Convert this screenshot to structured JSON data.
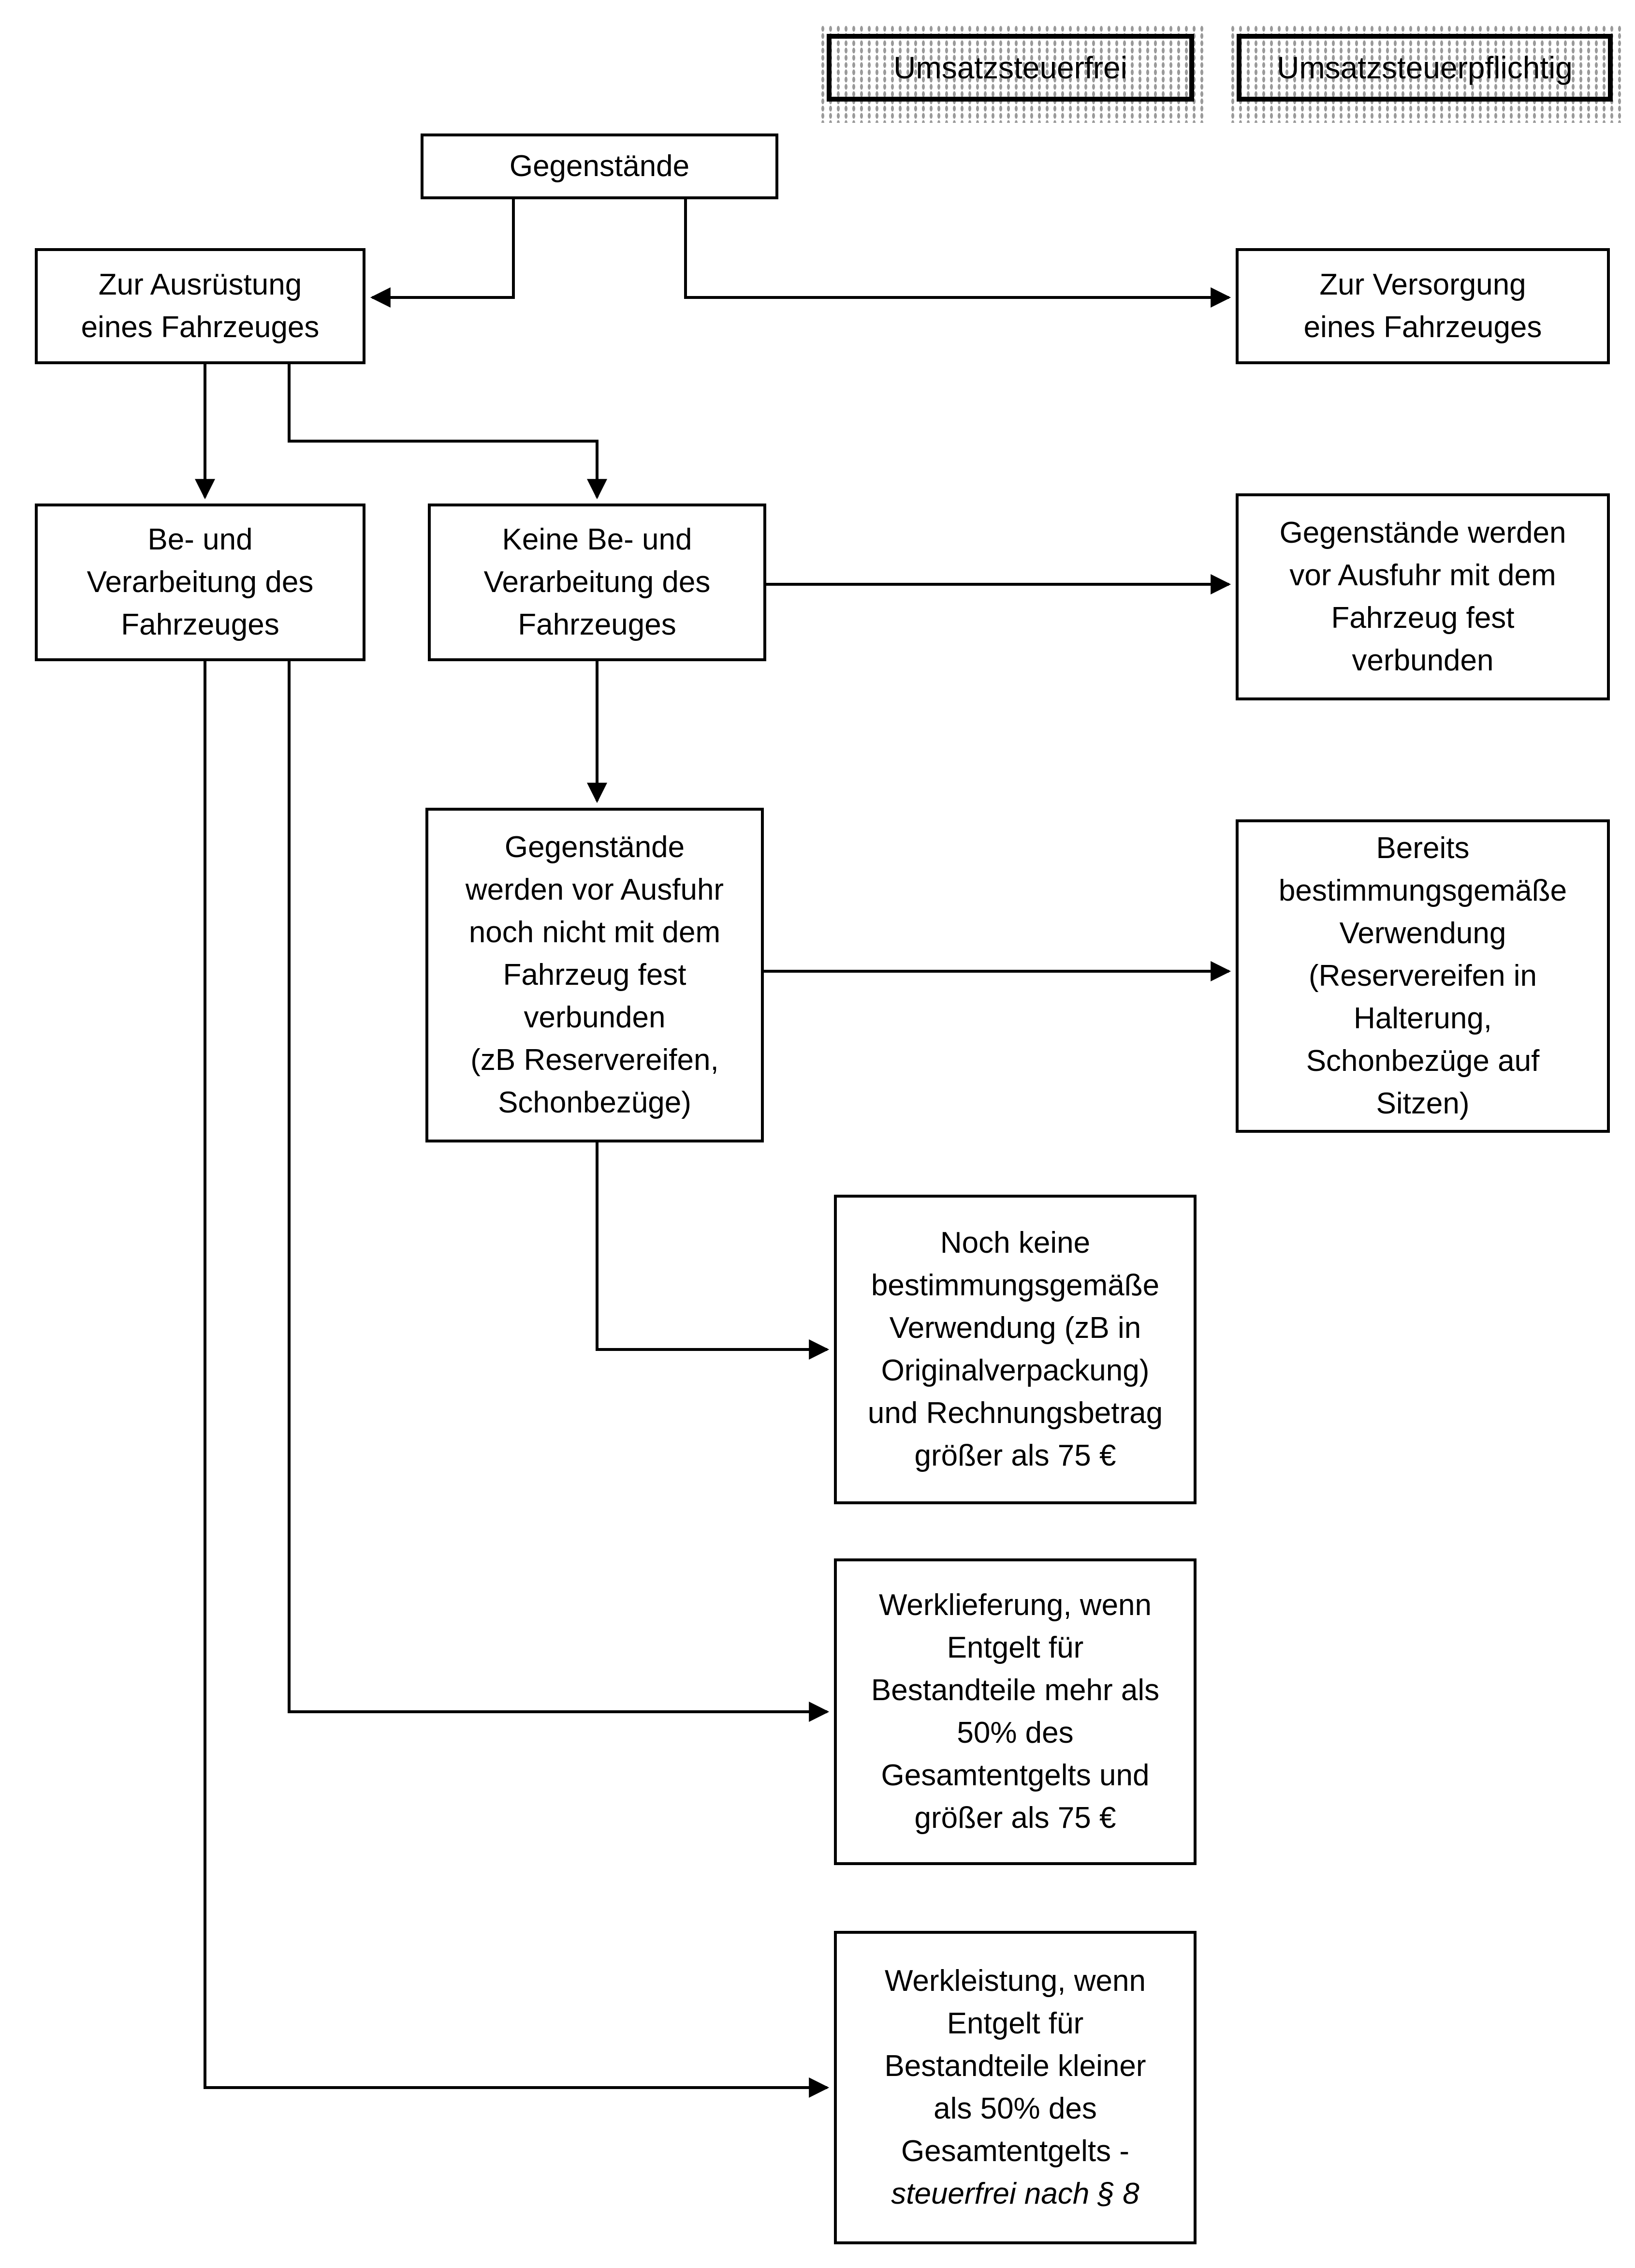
{
  "diagram": {
    "type": "flowchart",
    "language": "de",
    "colors": {
      "background": "#ffffff",
      "line": "#000000",
      "text": "#000000",
      "legend_stipple": "#9a9a9a"
    },
    "legend": {
      "frei": {
        "label": "Umsatzsteuerfrei"
      },
      "pflichtig": {
        "label": "Umsatzsteuerpflichtig"
      }
    },
    "nodes": {
      "gegenstaende": {
        "label": "Gegenstände"
      },
      "zur_ausruestung": {
        "label": "Zur Ausrüstung\neines Fahrzeuges"
      },
      "zur_versorgung": {
        "label": "Zur Versorgung\neines Fahrzeuges"
      },
      "be_und_verarbeitung": {
        "label": "Be- und\nVerarbeitung des\nFahrzeuges"
      },
      "keine_be_und_verarbeitung": {
        "label": "Keine Be- und\nVerarbeitung des\nFahrzeuges"
      },
      "fest_verbunden": {
        "label": "Gegenstände werden\nvor Ausfuhr mit dem\nFahrzeug fest\nverbunden"
      },
      "noch_nicht_verbunden": {
        "label": "Gegenstände\nwerden vor Ausfuhr\nnoch nicht mit dem\nFahrzeug fest\nverbunden\n(zB Reservereifen,\nSchonbezüge)"
      },
      "bereits_verwendung": {
        "label": "Bereits\nbestimmungsgemäße\nVerwendung\n(Reservereifen in\nHalterung,\nSchonbezüge auf\nSitzen)"
      },
      "noch_keine_verwendung": {
        "label": "Noch keine\nbestimmungsgemäße\nVerwendung (zB in\nOriginalverpackung)\nund Rechnungsbetrag\ngrößer als 75 €"
      },
      "werklieferung": {
        "label": "Werklieferung, wenn\nEntgelt für\nBestandteile mehr als\n50% des\nGesamtentgelts und\ngrößer als 75 €"
      },
      "werkleistung": {
        "label": "Werkleistung, wenn\nEntgelt für\nBestandteile kleiner\nals 50% des\nGesamtentgelts -",
        "label_italic": "steuerfrei nach § 8"
      }
    },
    "edges": [
      {
        "from": "gegenstaende",
        "to": "zur_ausruestung"
      },
      {
        "from": "gegenstaende",
        "to": "zur_versorgung"
      },
      {
        "from": "zur_ausruestung",
        "to": "be_und_verarbeitung"
      },
      {
        "from": "zur_ausruestung",
        "to": "keine_be_und_verarbeitung"
      },
      {
        "from": "keine_be_und_verarbeitung",
        "to": "fest_verbunden"
      },
      {
        "from": "keine_be_und_verarbeitung",
        "to": "noch_nicht_verbunden"
      },
      {
        "from": "noch_nicht_verbunden",
        "to": "bereits_verwendung"
      },
      {
        "from": "noch_nicht_verbunden",
        "to": "noch_keine_verwendung"
      },
      {
        "from": "be_und_verarbeitung",
        "to": "werklieferung"
      },
      {
        "from": "be_und_verarbeitung",
        "to": "werkleistung"
      }
    ]
  }
}
